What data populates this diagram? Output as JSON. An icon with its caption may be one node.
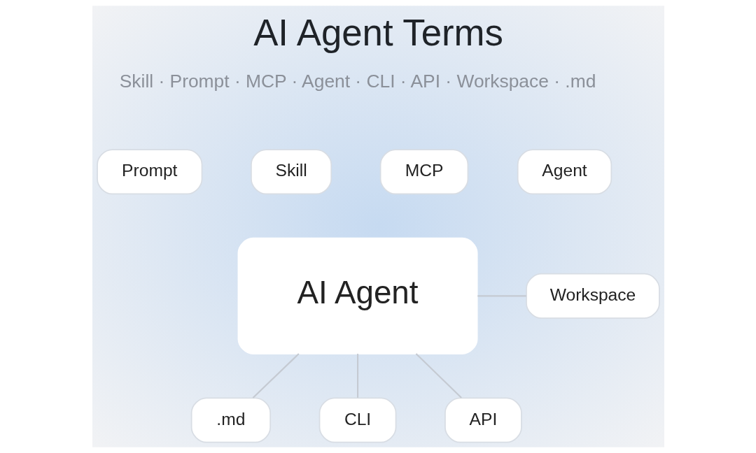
{
  "diagram": {
    "title": "AI Agent Terms",
    "nodes": [
      {
        "text": [
          "Skill"
        ]
      },
      {
        "text": [
          "MCP"
        ]
      },
      {
        "text": [
          "Prompt"
        ]
      },
      {
        "text": [
          "Agent"
        ]
      },
      {
        "text": [
          "AI Agent"
        ]
      },
      {
        "text": [
          "Workspace"
        ]
      },
      {
        "text": [
          ".md"
        ]
      },
      {
        "text": [
          "CLI"
        ]
      },
      {
        "text": [
          "API"
        ]
      }
    ],
    "edges": [
      {
        "from": 4,
        "to": 5,
        "arrow": "none"
      },
      {
        "from": 4,
        "to": 6,
        "arrow": "none"
      },
      {
        "from": 4,
        "to": 7,
        "arrow": "none"
      },
      {
        "from": 4,
        "to": 8,
        "arrow": "none"
      }
    ],
    "labels": [
      "Skill · Prompt · MCP · Agent · CLI · API · Workspace · .md"
    ]
  }
}
